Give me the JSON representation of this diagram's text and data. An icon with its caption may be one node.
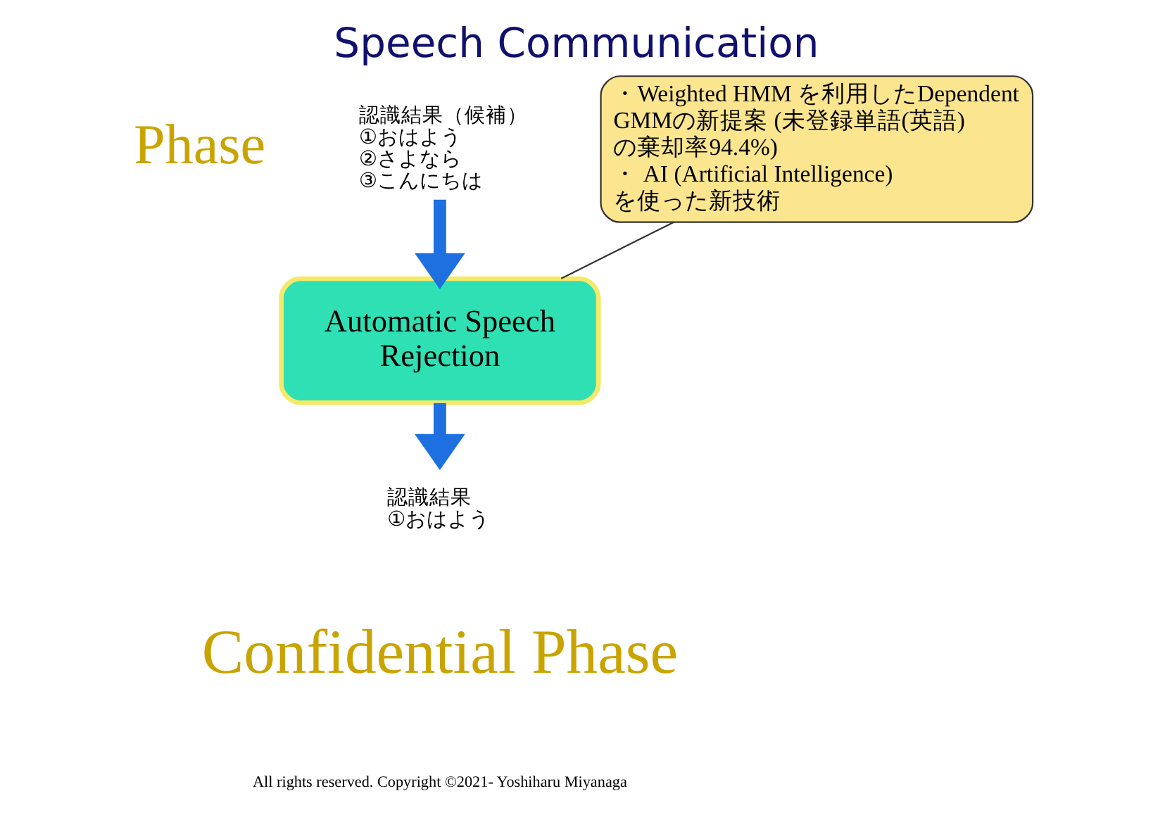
{
  "diagram": {
    "title": "Speech Communication",
    "nodes": [
      {
        "text": [
          "認識結果（候補）",
          "①おはよう",
          "②さよなら",
          "③こんにちは"
        ]
      },
      {
        "text": [
          "Automatic Speech Rejection"
        ]
      },
      {
        "text": [
          "認識結果",
          "①おはよう"
        ]
      },
      {
        "text": [
          "・Weighted HMM を利用したDependent GMMの新提案 (未登録単語(英語)の棄却率94.4%)",
          "・ AI (Artificial Intelligence)を使った新技術"
        ]
      }
    ],
    "edges": [
      {
        "from": 0,
        "to": 1,
        "arrow": "to"
      },
      {
        "from": 1,
        "to": 2,
        "arrow": "to"
      },
      {
        "from": 3,
        "to": 1,
        "arrow": "none",
        "color": "#333333"
      }
    ],
    "labels": [
      "Phase",
      "Confidential Phase",
      "All rights reserved. Copyright ©2021- Yoshiharu Miyanaga"
    ]
  }
}
